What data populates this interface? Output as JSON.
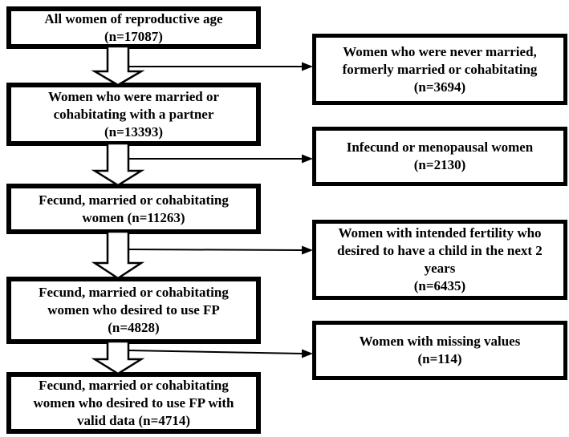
{
  "colors": {
    "ink": "#000000",
    "paper": "#ffffff"
  },
  "flow": {
    "main": [
      {
        "label": "All women of reproductive age\n(n=17087)",
        "n": "17087"
      },
      {
        "label": "Women who were married or\ncohabitating with a partner\n(n=13393)",
        "n": "13393"
      },
      {
        "label": "Fecund, married or cohabitating\nwomen (n=11263)",
        "n": "11263"
      },
      {
        "label": "Fecund, married or cohabitating\nwomen who desired to use FP\n(n=4828)",
        "n": "4828"
      },
      {
        "label": "Fecund, married or cohabitating\nwomen who desired to use FP with\nvalid data (n=4714)",
        "n": "4714"
      }
    ],
    "excluded": [
      {
        "label": "Women who were never married,\nformerly married or cohabitating\n(n=3694)",
        "n": "3694"
      },
      {
        "label": "Infecund or menopausal women\n(n=2130)",
        "n": "2130"
      },
      {
        "label": "Women with intended fertility who\ndesired to have a child in the next 2\nyears\n(n=6435)",
        "n": "6435"
      },
      {
        "label": "Women with missing values\n(n=114)",
        "n": "114"
      }
    ]
  }
}
